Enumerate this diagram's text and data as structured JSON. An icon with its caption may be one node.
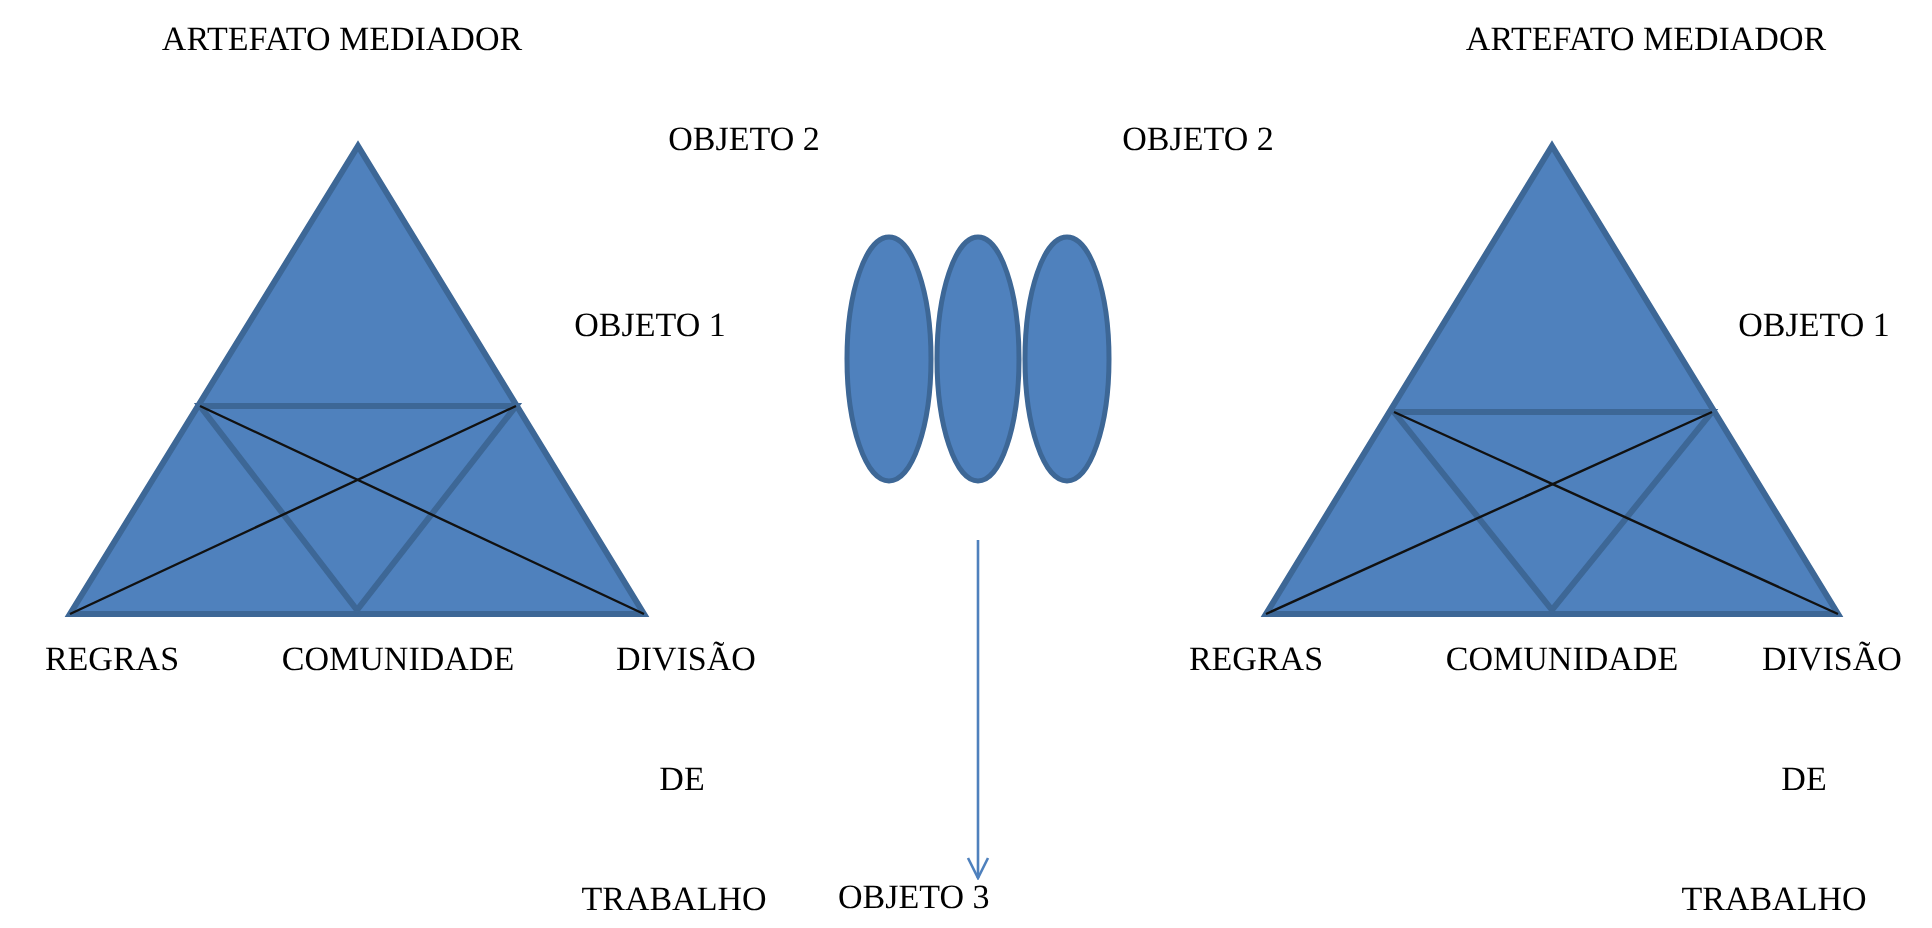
{
  "diagram": {
    "nodes": [
      {
        "text": [],
        "shape": "ellipse"
      },
      {
        "text": [],
        "shape": "ellipse"
      },
      {
        "text": [],
        "shape": "ellipse"
      },
      {
        "text": [
          "OBJETO 3"
        ]
      }
    ],
    "edges": [
      {
        "from": null,
        "to": 3,
        "arrow": "to"
      }
    ],
    "labels": [
      "ARTEFATO MEDIADOR",
      "ARTEFATO MEDIADOR",
      "OBJETO 2",
      "OBJETO 2",
      "OBJETO 1",
      "OBJETO 1",
      "REGRAS",
      "COMUNIDADE",
      "DIVISÃO",
      "REGRAS",
      "COMUNIDADE",
      "DIVISÃO",
      "DE",
      "DE",
      "TRABALHO",
      "TRABALHO"
    ]
  }
}
